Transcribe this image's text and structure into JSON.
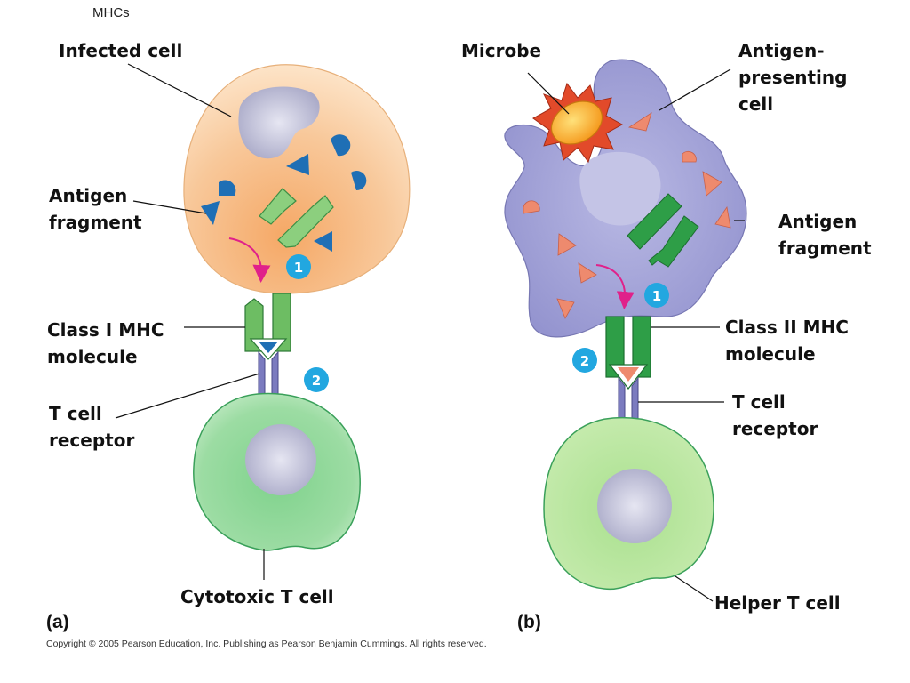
{
  "slide_title": "MHCs",
  "panel_a": {
    "tag": "(a)",
    "infected_cell": "Infected cell",
    "antigen_fragment": [
      "Antigen",
      "fragment"
    ],
    "class_mhc": [
      "Class I MHC",
      "molecule"
    ],
    "tcr": [
      "T cell",
      "receptor"
    ],
    "t_cell": "Cytotoxic T cell",
    "step1": "1",
    "step2": "2"
  },
  "panel_b": {
    "tag": "(b)",
    "microbe": "Microbe",
    "apc": [
      "Antigen-",
      "presenting",
      "cell"
    ],
    "antigen_fragment": [
      "Antigen",
      "fragment"
    ],
    "class_mhc": [
      "Class II MHC",
      "molecule"
    ],
    "tcr": [
      "T cell",
      "receptor"
    ],
    "t_cell": "Helper T cell",
    "step1": "1",
    "step2": "2"
  },
  "copyright": "Copyright © 2005 Pearson Education, Inc. Publishing as Pearson Benjamin Cummings. All rights reserved.",
  "colors": {
    "infected_cell": "#f7c58e",
    "apc": "#a9a9dc",
    "t_cell": "#8fd48f",
    "mhc_green": "#3fae52",
    "antigen_blue": "#1f6fb5",
    "antigen_salmon": "#ee8a6e",
    "step_badge": "#22a7e0",
    "arrow_magenta": "#e0218a"
  }
}
